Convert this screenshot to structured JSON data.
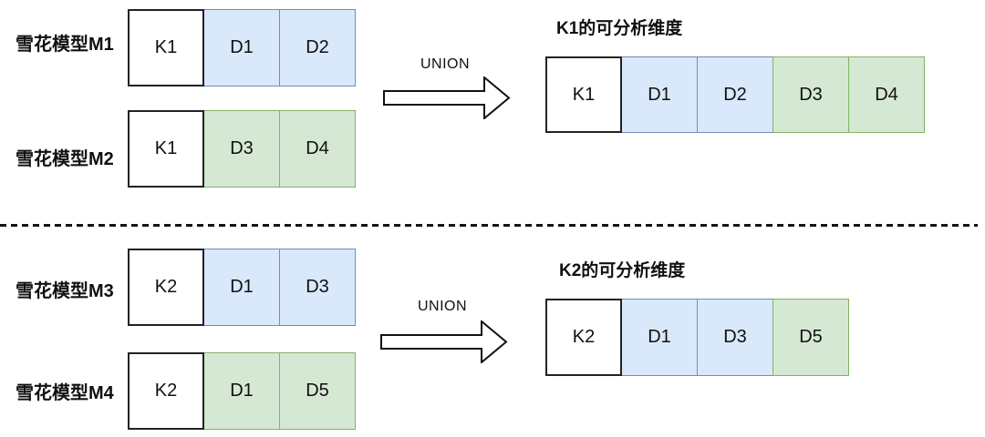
{
  "palette": {
    "blue_fill": "#dae8fc",
    "blue_border": "#6c8ebf",
    "green_fill": "#d5e8d4",
    "green_border": "#82b366",
    "key_fill": "#ffffff",
    "key_border": "#222222",
    "divider_color": "#141414",
    "text_color": "#111111"
  },
  "icons": {
    "union_arrow": "right-block-arrow"
  },
  "sections": [
    {
      "union_label": "UNION",
      "models": [
        {
          "label": "雪花模型M1",
          "key": "K1",
          "color": "blue",
          "dims": [
            "D1",
            "D2"
          ]
        },
        {
          "label": "雪花模型M2",
          "key": "K1",
          "color": "green",
          "dims": [
            "D3",
            "D4"
          ]
        }
      ],
      "result": {
        "title": "K1的可分析维度",
        "key": "K1",
        "cells": [
          {
            "label": "D1",
            "color": "blue"
          },
          {
            "label": "D2",
            "color": "blue"
          },
          {
            "label": "D3",
            "color": "green"
          },
          {
            "label": "D4",
            "color": "green"
          }
        ]
      }
    },
    {
      "union_label": "UNION",
      "models": [
        {
          "label": "雪花模型M3",
          "key": "K2",
          "color": "blue",
          "dims": [
            "D1",
            "D3"
          ]
        },
        {
          "label": "雪花模型M4",
          "key": "K2",
          "color": "green",
          "dims": [
            "D1",
            "D5"
          ]
        }
      ],
      "result": {
        "title": "K2的可分析维度",
        "key": "K2",
        "cells": [
          {
            "label": "D1",
            "color": "blue"
          },
          {
            "label": "D3",
            "color": "blue"
          },
          {
            "label": "D5",
            "color": "green"
          }
        ]
      }
    }
  ]
}
